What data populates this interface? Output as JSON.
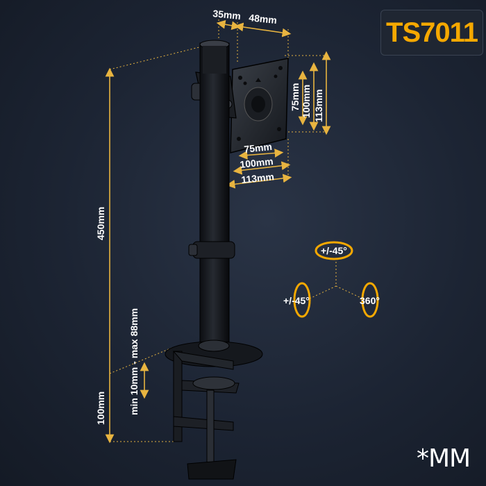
{
  "model": "TS7011",
  "unit_note": "*MM",
  "dimensions": {
    "offset_35": "35mm",
    "offset_48": "48mm",
    "vesa_v_75": "75mm",
    "vesa_v_100": "100mm",
    "vesa_v_113": "113mm",
    "vesa_h_75": "75mm",
    "vesa_h_100": "100mm",
    "vesa_h_113": "113mm",
    "pole_height": "450mm",
    "clamp_height": "100mm",
    "clamp_range": "min 10mm - max 88mm"
  },
  "rotation": {
    "tilt": "+/-45°",
    "swivel": "+/-45°",
    "rotate": "360°"
  },
  "colors": {
    "accent": "#f5a800",
    "background": "#1c2433",
    "guide": "#e8b440"
  }
}
